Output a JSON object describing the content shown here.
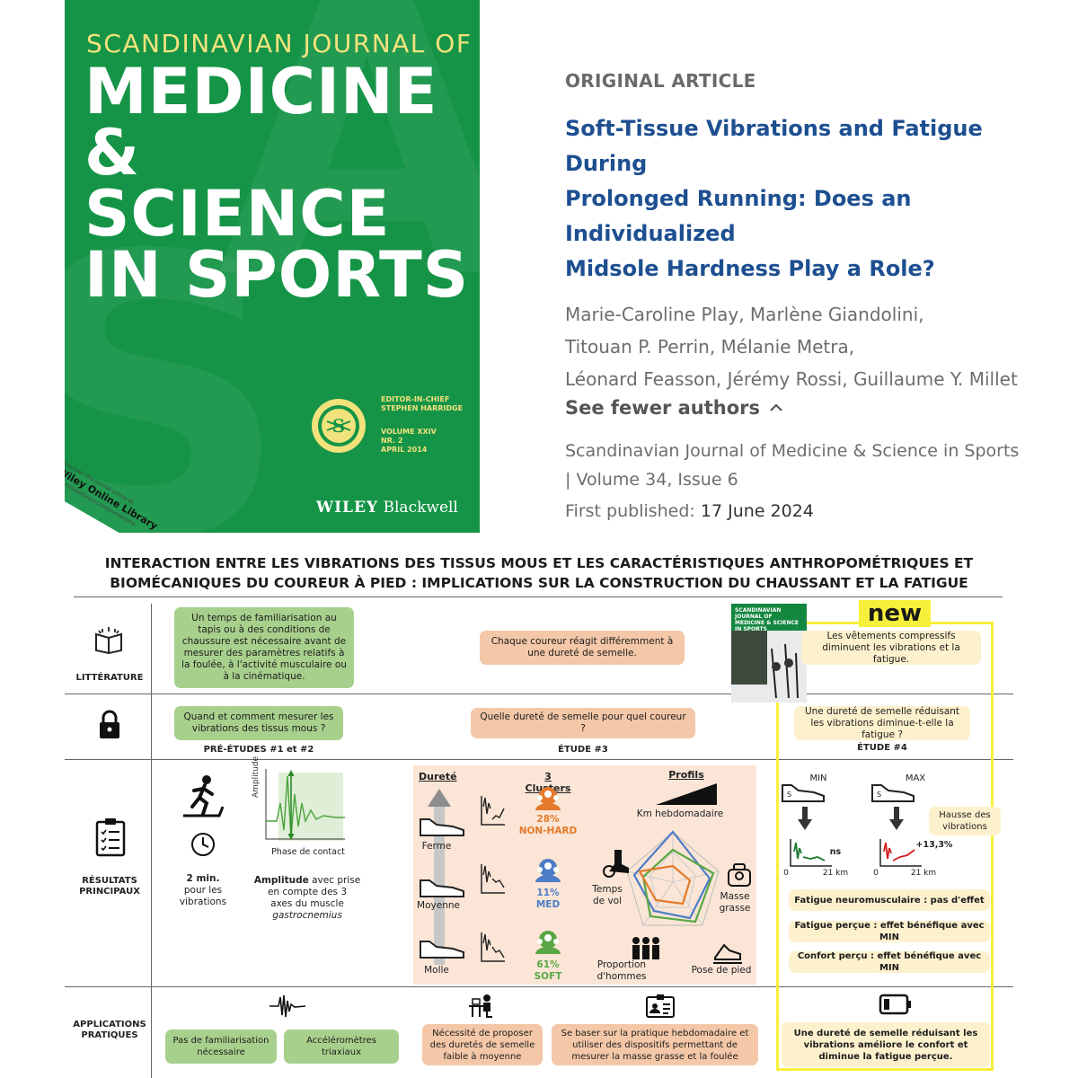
{
  "cover": {
    "journal_top": "SCANDINAVIAN JOURNAL OF",
    "journal_lines": [
      "MEDICINE &",
      "SCIENCE",
      "IN SPORTS"
    ],
    "editor_label": "EDITOR-IN-CHIEF",
    "editor_name": "STEPHEN HARRIDGE",
    "volume": "VOLUME XXIV",
    "number": "NR. 2",
    "date": "APRIL 2014",
    "publisher_a": "WILEY",
    "publisher_b": "Blackwell",
    "online_small": "Discover this journal online at",
    "online_label": "Wiley Online Library",
    "online_url": "wileyonlinelibrary.com/journal/sms",
    "brand_color": "#159447",
    "accent_color": "#f1e27c"
  },
  "article": {
    "kind": "ORIGINAL ARTICLE",
    "title_lines": [
      "Soft-Tissue Vibrations and Fatigue During",
      "Prolonged Running: Does an Individualized",
      "Midsole Hardness Play a Role?"
    ],
    "author_lines": [
      "Marie-Caroline Play, Marlène Giandolini,",
      "Titouan P. Perrin, Mélanie Metra,",
      "Léonard Feasson, Jérémy Rossi, Guillaume Y. Millet"
    ],
    "see_fewer": "See fewer authors",
    "journal_line1": "Scandinavian Journal of Medicine & Science in Sports",
    "journal_line2": " | Volume 34, Issue 6",
    "first_label": "First published:",
    "first_date": "17 June 2024",
    "title_color": "#1d4f91"
  },
  "infographic": {
    "title_l1": "INTERACTION ENTRE LES VIBRATIONS DES TISSUS MOUS ET LES CARACTÉRISTIQUES ANTHROPOMÉTRIQUES ET",
    "title_l2": "BIOMÉCANIQUES DU COUREUR À PIED : IMPLICATIONS SUR LA CONSTRUCTION DU CHAUSSANT ET LA FATIGUE",
    "rows": {
      "litterature": "LITTÉRATURE",
      "resultats_l1": "RÉSULTATS",
      "resultats_l2": "PRINCIPAUX",
      "applications_l1": "APPLICATIONS",
      "applications_l2": "PRATIQUES"
    },
    "lit": {
      "box1": "Un temps de familiarisation au tapis ou à des conditions de chaussure est nécessaire avant de mesurer des paramètres relatifs à la foulée, à l'activité musculaire ou à la cinématique.",
      "box2": "Chaque coureur réagit différemment à une dureté de semelle.",
      "new_badge": "new",
      "box3": "Les vêtements compressifs diminuent les vibrations et la fatigue.",
      "mini_cover": "SCANDINAVIAN JOURNAL OF MEDICINE & SCIENCE IN SPORTS"
    },
    "questions": {
      "q1": "Quand et comment mesurer les vibrations des tissus mous ?",
      "q1_label": "PRÉ-ÉTUDES #1 et #2",
      "q2": "Quelle dureté de semelle pour quel coureur ?",
      "q2_label": "ÉTUDE #3",
      "q3": "Une dureté de semelle réduisant les vibrations diminue-t-elle la fatigue ?",
      "q3_label": "ÉTUDE #4"
    },
    "results": {
      "amplitude_axis": "Amplitude",
      "phase_axis": "Phase de contact",
      "time_value": "2 min.",
      "time_text1": "pour les",
      "time_text2": "vibrations",
      "amp_bold": "Amplitude",
      "amp_rest1": " avec prise",
      "amp_rest2": "en compte des 3",
      "amp_rest3": "axes du muscle",
      "amp_italic": "gastrocnemius",
      "durete": "Dureté",
      "ferme": "Ferme",
      "moyenne": "Moyenne",
      "molle": "Molle",
      "clusters_title": "3 Clusters",
      "c1_pct": "28%",
      "c1_name": "NON-HARD",
      "c2_pct": "11%",
      "c2_name": "MED",
      "c3_pct": "61%",
      "c3_name": "SOFT",
      "profils": "Profils",
      "km": "Km hebdomadaire",
      "temps_l1": "Temps",
      "temps_l2": "de vol",
      "masse_l1": "Masse",
      "masse_l2": "grasse",
      "prop_l1": "Proportion",
      "prop_l2": "d'hommes",
      "pose": "Pose de pied",
      "min": "MIN",
      "max": "MAX",
      "hausse": "Hausse des vibrations",
      "ns": "ns",
      "pct": "+13,3%",
      "km21a": "21 km",
      "km21b": "21 km",
      "zero_a": "0",
      "zero_b": "0",
      "fatigue_neuro": "Fatigue neuromusculaire : pas d'effet",
      "fatigue_percue": "Fatigue perçue : effet bénéfique avec MIN",
      "confort": "Confort perçu : effet bénéfique avec MIN"
    },
    "applications": {
      "a1": "Pas de familiarisation nécessaire",
      "a2": "Accéléromètres triaxiaux",
      "a3": "Nécessité de proposer des duretés de semelle faible à moyenne",
      "a4": "Se baser sur la pratique hebdomadaire et utiliser des dispositifs permettant de mesurer la masse grasse et la foulée",
      "a5": "Une dureté de semelle réduisant les vibrations améliore le confort et diminue la fatigue perçue."
    },
    "colors": {
      "green_box": "#a8d08d",
      "orange_box": "#f4c7a8",
      "beige_box": "#fdf1cd",
      "highlight": "#f7f03a",
      "cluster_hard": "#e47a2b",
      "cluster_med": "#4d7cc7",
      "cluster_soft": "#5aa845"
    }
  }
}
